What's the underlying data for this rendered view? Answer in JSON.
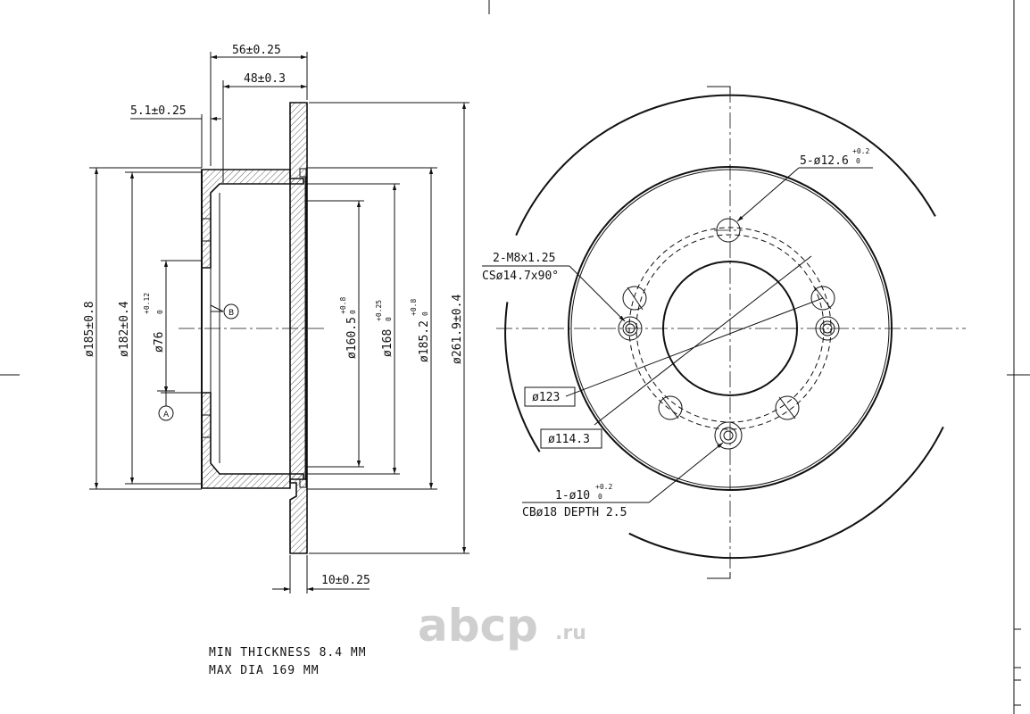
{
  "side_view": {
    "dim_overall_width": "56±0.25",
    "dim_hat_depth": "48±0.3",
    "dim_flange_thickness": "5.1±0.25",
    "dim_disc_thickness": "10±0.25",
    "dim_dia_185": "ø185±0.8",
    "dim_dia_182": "ø182±0.4",
    "dim_dia_76_main": "ø76",
    "dim_dia_76_tol_plus": "+0.12",
    "dim_dia_76_tol_zero": "0",
    "dim_dia_160_main": "ø160.5",
    "dim_dia_160_tol_plus": "+0.8",
    "dim_dia_160_tol_zero": "0",
    "dim_dia_168_main": "ø168",
    "dim_dia_168_tol_plus": "+0.25",
    "dim_dia_168_tol_zero": "0",
    "dim_dia_185b_main": "ø185.2",
    "dim_dia_185b_tol_plus": "+0.8",
    "dim_dia_185b_tol_zero": "0",
    "dim_dia_261": "ø261.9±0.4",
    "datum_a": "A",
    "datum_b": "B"
  },
  "front_view": {
    "holes_label_main": "5-ø12.6",
    "holes_tol_plus": "+0.2",
    "holes_tol_zero": "0",
    "thread_label_line1": "2-M8x1.25",
    "thread_label_line2": "CSø14.7x90°",
    "bolt_circle_123": "ø123",
    "bolt_circle_114": "ø114.3",
    "center_hole_line1_main": "1-ø10",
    "center_hole_tol_plus": "+0.2",
    "center_hole_tol_zero": "0",
    "center_hole_line2": "CBø18 DEPTH 2.5"
  },
  "notes": {
    "min_thickness": "MIN THICKNESS 8.4 MM",
    "max_dia": "MAX DIA 169 MM"
  },
  "watermark": {
    "brand": "abcp",
    "tld": ".ru"
  }
}
